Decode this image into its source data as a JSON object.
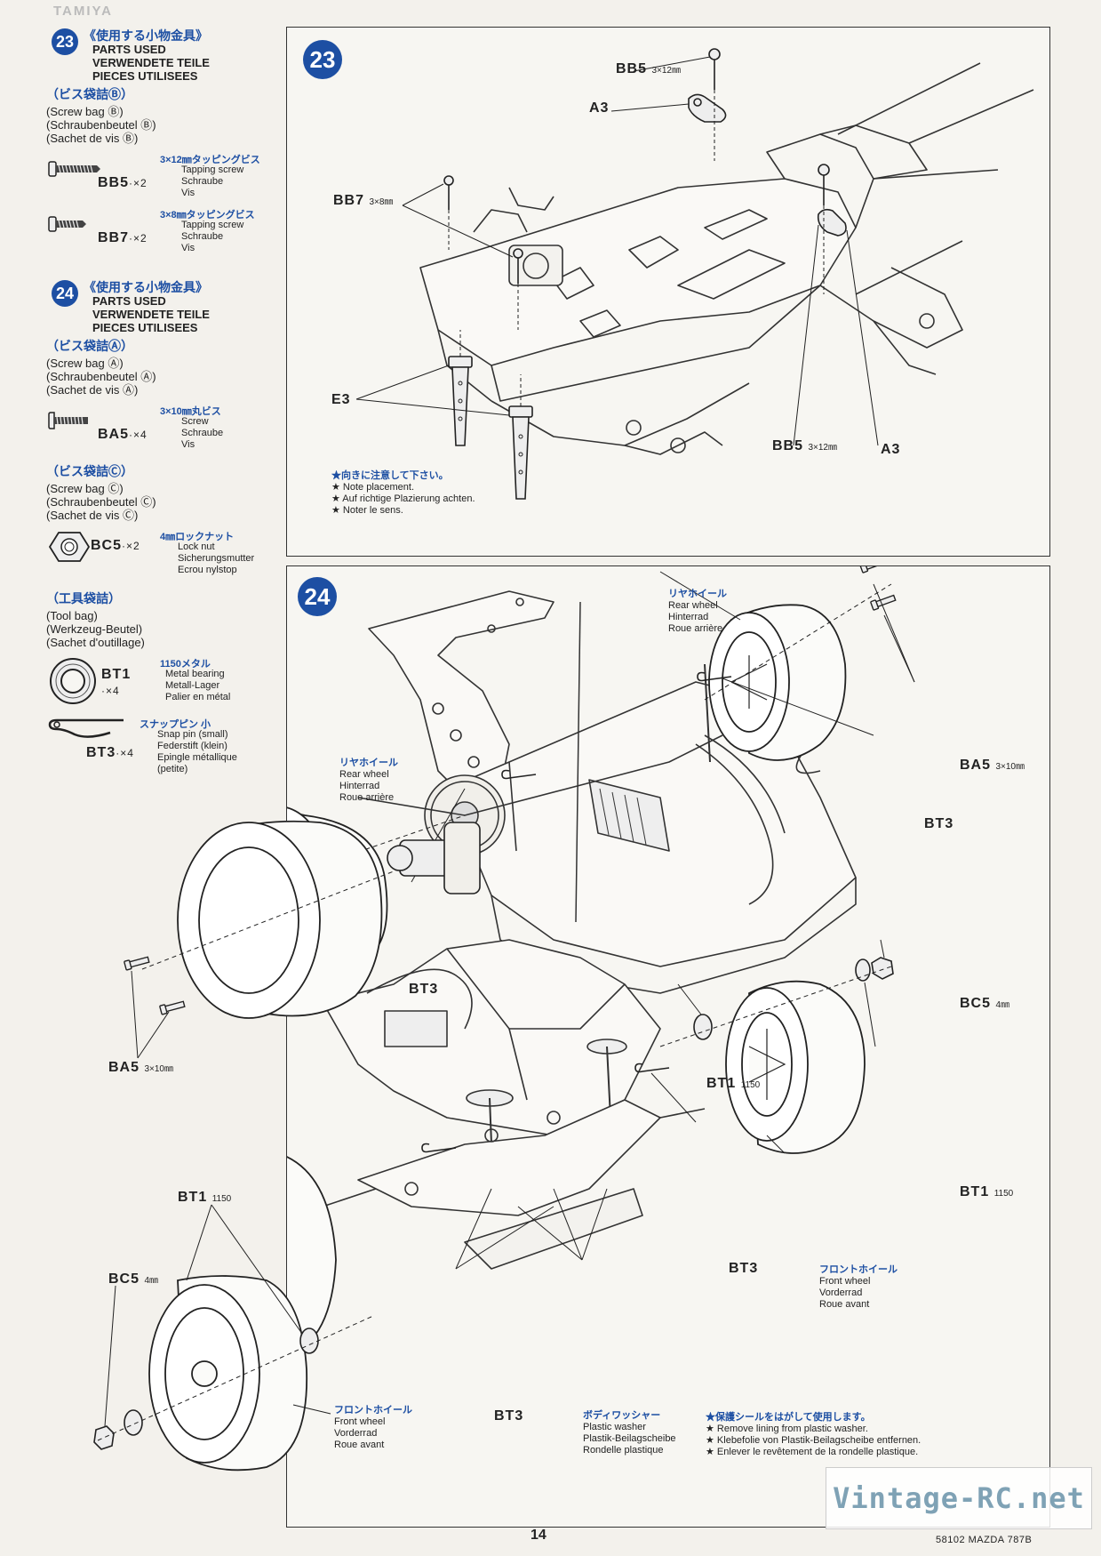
{
  "header": {
    "brand": "TAMIYA"
  },
  "step23": {
    "number": "23",
    "jp_title": "《使用する小物金具》",
    "en": [
      "PARTS USED",
      "VERWENDETE TEILE",
      "PIECES UTILISEES"
    ],
    "bag_jp": "（ビス袋詰Ⓑ）",
    "bag": [
      "(Screw bag Ⓑ)",
      "(Schraubenbeutel Ⓑ)",
      "(Sachet de vis Ⓑ)"
    ],
    "parts": [
      {
        "code": "BB5",
        "qty": "·×2",
        "jp": "3×12㎜タッピングビス",
        "desc": [
          "Tapping screw",
          "Schraube",
          "Vis"
        ]
      },
      {
        "code": "BB7",
        "qty": "·×2",
        "jp": "3×8㎜タッピングビス",
        "desc": [
          "Tapping screw",
          "Schraube",
          "Vis"
        ]
      }
    ]
  },
  "step24": {
    "number": "24",
    "jp_title": "《使用する小物金具》",
    "en": [
      "PARTS USED",
      "VERWENDETE TEILE",
      "PIECES UTILISEES"
    ],
    "bag_a_jp": "（ビス袋詰Ⓐ）",
    "bag_a": [
      "(Screw bag Ⓐ)",
      "(Schraubenbeutel Ⓐ)",
      "(Sachet de vis Ⓐ)"
    ],
    "part_ba5": {
      "code": "BA5",
      "qty": "·×4",
      "jp": "3×10㎜丸ビス",
      "desc": [
        "Screw",
        "Schraube",
        "Vis"
      ]
    },
    "bag_c_jp": "（ビス袋詰Ⓒ）",
    "bag_c": [
      "(Screw bag Ⓒ)",
      "(Schraubenbeutel Ⓒ)",
      "(Sachet de vis Ⓒ)"
    ],
    "part_bc5": {
      "code": "BC5",
      "qty": "·×2",
      "jp": "4㎜ロックナット",
      "desc": [
        "Lock nut",
        "Sicherungsmutter",
        "Ecrou nylstop"
      ]
    },
    "tool_jp": "（工具袋詰）",
    "tool": [
      "(Tool bag)",
      "(Werkzeug-Beutel)",
      "(Sachet d'outillage)"
    ],
    "part_bt1": {
      "code": "BT1",
      "qty": "·×4",
      "jp": "1150メタル",
      "desc": [
        "Metal bearing",
        "Metall-Lager",
        "Palier en métal"
      ]
    },
    "part_bt3": {
      "code": "BT3",
      "qty": "·×4",
      "jp": "スナップピン 小",
      "desc": [
        "Snap pin (small)",
        "Federstift (klein)",
        "Epingle métallique",
        "(petite)"
      ]
    }
  },
  "diagram23": {
    "labels": {
      "bb5_top": "BB5",
      "bb5_top_size": "3×12㎜",
      "a3_left": "A3",
      "bb7": "BB7",
      "bb7_size": "3×8㎜",
      "e3": "E3",
      "bb5_right": "BB5",
      "bb5_right_size": "3×12㎜",
      "a3_right": "A3"
    },
    "note_jp": "★向きに注意して下さい。",
    "note": [
      "★ Note placement.",
      "★ Auf richtige Plazierung achten.",
      "★ Noter le sens."
    ]
  },
  "diagram24": {
    "rear_wheel_top": {
      "jp": "リヤホイール",
      "lines": [
        "Rear wheel",
        "Hinterrad",
        "Roue arrière"
      ]
    },
    "rear_wheel_left": {
      "jp": "リヤホイール",
      "lines": [
        "Rear wheel",
        "Hinterrad",
        "Roue arrière"
      ]
    },
    "ba5_right": "BA5",
    "ba5_right_size": "3×10㎜",
    "bt3_right": "BT3",
    "bt3_mid": "BT3",
    "ba5_left": "BA5",
    "ba5_left_size": "3×10㎜",
    "bc5_right": "BC5",
    "bc5_right_size": "4㎜",
    "bt1_mid": "BT1",
    "bt1_mid_size": "1150",
    "bt1_right": "BT1",
    "bt1_right_size": "1150",
    "bt1_left": "BT1",
    "bt1_left_size": "1150",
    "bc5_left": "BC5",
    "bc5_left_size": "4㎜",
    "bt3_lower_right": "BT3",
    "bt3_bottom": "BT3",
    "front_wheel_right": {
      "jp": "フロントホイール",
      "lines": [
        "Front wheel",
        "Vorderrad",
        "Roue avant"
      ]
    },
    "front_wheel_left": {
      "jp": "フロントホイール",
      "lines": [
        "Front wheel",
        "Vorderrad",
        "Roue avant"
      ]
    },
    "body_washer": {
      "jp": "ボディワッシャー",
      "lines": [
        "Plastic washer",
        "Plastik-Beilagscheibe",
        "Rondelle plastique"
      ]
    },
    "lining_note_jp": "★保護シールをはがして使用します。",
    "lining_note": [
      "★ Remove lining from plastic washer.",
      "★ Klebefolie von Plastik-Beilagscheibe entfernen.",
      "★ Enlever le revêtement de la rondelle plastique."
    ]
  },
  "footer": {
    "page_number": "14",
    "kit_code": "58102 MAZDA 787B",
    "watermark": "Vintage-RC.net"
  }
}
